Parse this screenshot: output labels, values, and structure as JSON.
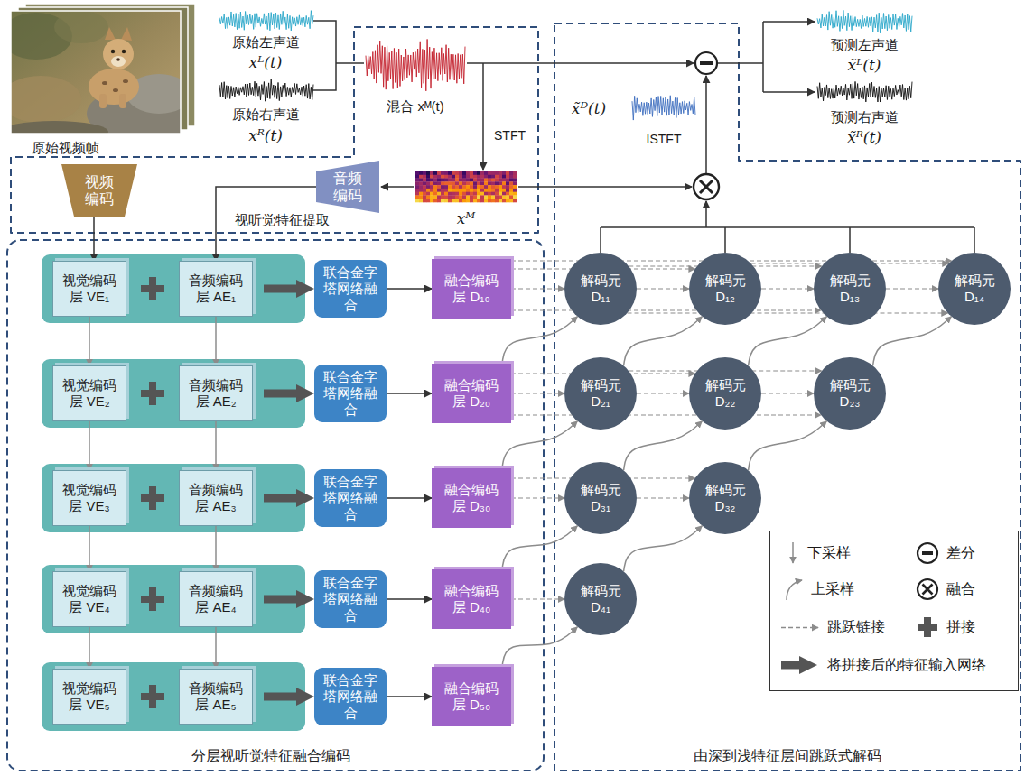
{
  "diagram": {
    "nodes": [
      {
        "text": [
          "视频编码"
        ]
      },
      {
        "text": [
          "音频编码"
        ]
      },
      {
        "text": [
          "视觉编码层 VE₁"
        ]
      },
      {
        "text": [
          "音频编码层 AE₁"
        ]
      },
      {
        "text": [
          "联合金字塔网络融合"
        ]
      },
      {
        "text": [
          "融合编码层 D₁₀"
        ]
      },
      {
        "text": [
          "视觉编码层 VE₂"
        ]
      },
      {
        "text": [
          "音频编码层 AE₂"
        ]
      },
      {
        "text": [
          "联合金字塔网络融合"
        ]
      },
      {
        "text": [
          "融合编码层 D₂₀"
        ]
      },
      {
        "text": [
          "视觉编码层 VE₃"
        ]
      },
      {
        "text": [
          "音频编码层 AE₃"
        ]
      },
      {
        "text": [
          "联合金字塔网络融合"
        ]
      },
      {
        "text": [
          "融合编码层 D₃₀"
        ]
      },
      {
        "text": [
          "视觉编码层 VE₄"
        ]
      },
      {
        "text": [
          "音频编码层 AE₄"
        ]
      },
      {
        "text": [
          "联合金字塔网络融合"
        ]
      },
      {
        "text": [
          "融合编码层 D₄₀"
        ]
      },
      {
        "text": [
          "视觉编码层 VE₅"
        ]
      },
      {
        "text": [
          "音频编码层 AE₅"
        ]
      },
      {
        "text": [
          "联合金字塔网络融合"
        ]
      },
      {
        "text": [
          "融合编码层 D₅₀"
        ]
      },
      {
        "text": [
          "解码元 D₁₁"
        ]
      },
      {
        "text": [
          "解码元 D₁₂"
        ]
      },
      {
        "text": [
          "解码元 D₁₃"
        ]
      },
      {
        "text": [
          "解码元 D₁₄"
        ]
      },
      {
        "text": [
          "解码元 D₂₁"
        ]
      },
      {
        "text": [
          "解码元 D₂₂"
        ]
      },
      {
        "text": [
          "解码元 D₂₃"
        ]
      },
      {
        "text": [
          "解码元 D₃₁"
        ]
      },
      {
        "text": [
          "解码元 D₃₂"
        ]
      },
      {
        "text": [
          "解码元 D₄₁"
        ]
      }
    ],
    "edges": [
      {
        "from": 0,
        "to": 2,
        "arrow": "to"
      },
      {
        "from": 1,
        "to": 3,
        "arrow": "to"
      },
      {
        "from": 2,
        "to": 6,
        "arrow": "to"
      },
      {
        "from": 6,
        "to": 10,
        "arrow": "to"
      },
      {
        "from": 10,
        "to": 14,
        "arrow": "to"
      },
      {
        "from": 14,
        "to": 18,
        "arrow": "to"
      },
      {
        "from": 3,
        "to": 7,
        "arrow": "to"
      },
      {
        "from": 7,
        "to": 11,
        "arrow": "to"
      },
      {
        "from": 11,
        "to": 15,
        "arrow": "to"
      },
      {
        "from": 15,
        "to": 19,
        "arrow": "to"
      },
      {
        "from": 3,
        "to": 4,
        "arrow": "to"
      },
      {
        "from": 7,
        "to": 8,
        "arrow": "to"
      },
      {
        "from": 11,
        "to": 12,
        "arrow": "to"
      },
      {
        "from": 15,
        "to": 16,
        "arrow": "to"
      },
      {
        "from": 19,
        "to": 20,
        "arrow": "to"
      },
      {
        "from": 4,
        "to": 5,
        "arrow": "to"
      },
      {
        "from": 8,
        "to": 9,
        "arrow": "to"
      },
      {
        "from": 12,
        "to": 13,
        "arrow": "to"
      },
      {
        "from": 16,
        "to": 17,
        "arrow": "to"
      },
      {
        "from": 20,
        "to": 21,
        "arrow": "to"
      },
      {
        "from": 5,
        "to": 22,
        "arrow": "to"
      },
      {
        "from": 5,
        "to": 23,
        "arrow": "to"
      },
      {
        "from": 5,
        "to": 24,
        "arrow": "to"
      },
      {
        "from": 5,
        "to": 25,
        "arrow": "to"
      },
      {
        "from": 22,
        "to": 23,
        "arrow": "to"
      },
      {
        "from": 22,
        "to": 24,
        "arrow": "to"
      },
      {
        "from": 22,
        "to": 25,
        "arrow": "to"
      },
      {
        "from": 23,
        "to": 24,
        "arrow": "to"
      },
      {
        "from": 23,
        "to": 25,
        "arrow": "to"
      },
      {
        "from": 24,
        "to": 25,
        "arrow": "to"
      },
      {
        "from": 9,
        "to": 26,
        "arrow": "to"
      },
      {
        "from": 9,
        "to": 27,
        "arrow": "to"
      },
      {
        "from": 9,
        "to": 28,
        "arrow": "to"
      },
      {
        "from": 26,
        "to": 27,
        "arrow": "to"
      },
      {
        "from": 26,
        "to": 28,
        "arrow": "to"
      },
      {
        "from": 27,
        "to": 28,
        "arrow": "to"
      },
      {
        "from": 13,
        "to": 29,
        "arrow": "to"
      },
      {
        "from": 13,
        "to": 30,
        "arrow": "to"
      },
      {
        "from": 29,
        "to": 30,
        "arrow": "to"
      },
      {
        "from": 17,
        "to": 31,
        "arrow": "to"
      },
      {
        "from": 9,
        "to": 22,
        "arrow": "to"
      },
      {
        "from": 26,
        "to": 23,
        "arrow": "to"
      },
      {
        "from": 27,
        "to": 24,
        "arrow": "to"
      },
      {
        "from": 28,
        "to": 25,
        "arrow": "to"
      },
      {
        "from": 13,
        "to": 26,
        "arrow": "to"
      },
      {
        "from": 29,
        "to": 27,
        "arrow": "to"
      },
      {
        "from": 30,
        "to": 28,
        "arrow": "to"
      },
      {
        "from": 17,
        "to": 29,
        "arrow": "to"
      },
      {
        "from": 31,
        "to": 30,
        "arrow": "to"
      },
      {
        "from": 21,
        "to": 31,
        "arrow": "to"
      }
    ],
    "labels": [
      "原始视频帧",
      "原始左声道",
      "xᴸ(t)",
      "原始右声道",
      "xᴿ(t)",
      "混合 xᴹ(t)",
      "STFT",
      "xᴹ",
      "视听觉特征提取",
      "x̃ᴰ(t)",
      "ISTFT",
      "预测左声道",
      "x̃ᴸ(t)",
      "预测右声道",
      "x̃ᴿ(t)",
      "分层视听觉特征融合编码",
      "由深到浅特征层间跳跃式解码"
    ],
    "legend": [
      {
        "text": "下采样"
      },
      {
        "text": "差分"
      },
      {
        "text": "上采样"
      },
      {
        "text": "融合"
      },
      {
        "text": "跳跃链接"
      },
      {
        "text": "拼接"
      },
      {
        "text": "将拼接后的特征输入网络"
      }
    ]
  }
}
